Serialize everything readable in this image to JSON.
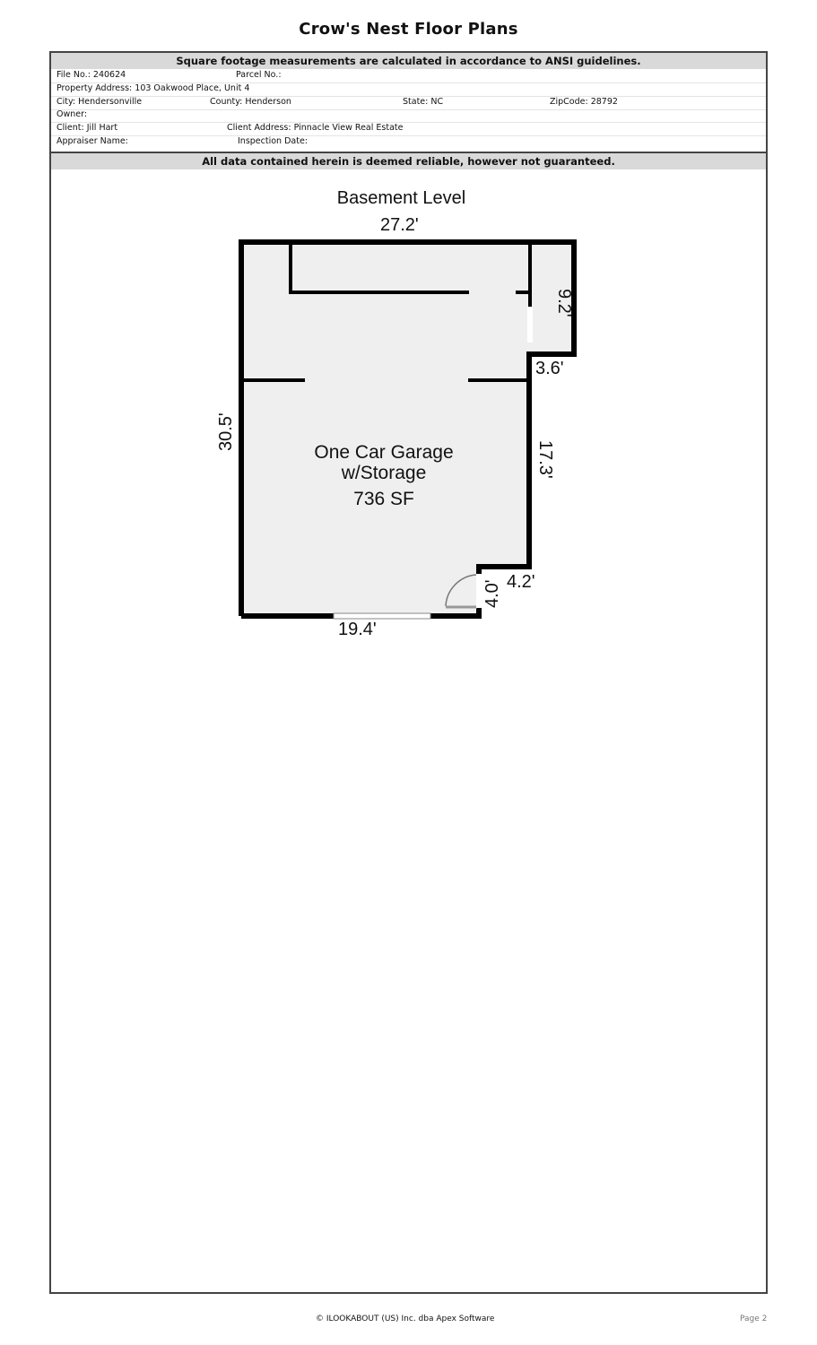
{
  "document": {
    "title": "Crow's Nest Floor Plans",
    "ansi_notice": "Square footage measurements are calculated in accordance to ANSI guidelines.",
    "disclaimer": "All data contained herein is deemed reliable, however not guaranteed.",
    "info": {
      "file_no": "File No.: 240624",
      "parcel_no": "Parcel No.:",
      "property_address": "Property Address: 103 Oakwood Place, Unit 4",
      "city": "City: Hendersonville",
      "county": "County: Henderson",
      "state": "State: NC",
      "zipcode": "ZipCode: 28792",
      "owner": "Owner:",
      "client": "Client: Jill Hart",
      "client_address": "Client Address: Pinnacle View Real Estate",
      "appraiser": "Appraiser Name:",
      "inspection_date": "Inspection Date:"
    },
    "footer": "© ILOOKABOUT (US) Inc. dba Apex Software",
    "page_label": "Page 2"
  },
  "floorplan": {
    "level_title": "Basement Level",
    "room_name_line1": "One Car Garage",
    "room_name_line2": "w/Storage",
    "room_area": "736 SF",
    "dimensions": {
      "top": "27.2'",
      "right_upper": "9.2'",
      "step_in": "3.6'",
      "left": "30.5'",
      "right_middle": "17.3'",
      "notch_width": "4.2'",
      "notch_height": "4.0'",
      "bottom": "19.4'"
    },
    "colors": {
      "wall": "#000000",
      "floor_fill": "#efefef",
      "band": "#d9d9d9"
    }
  }
}
